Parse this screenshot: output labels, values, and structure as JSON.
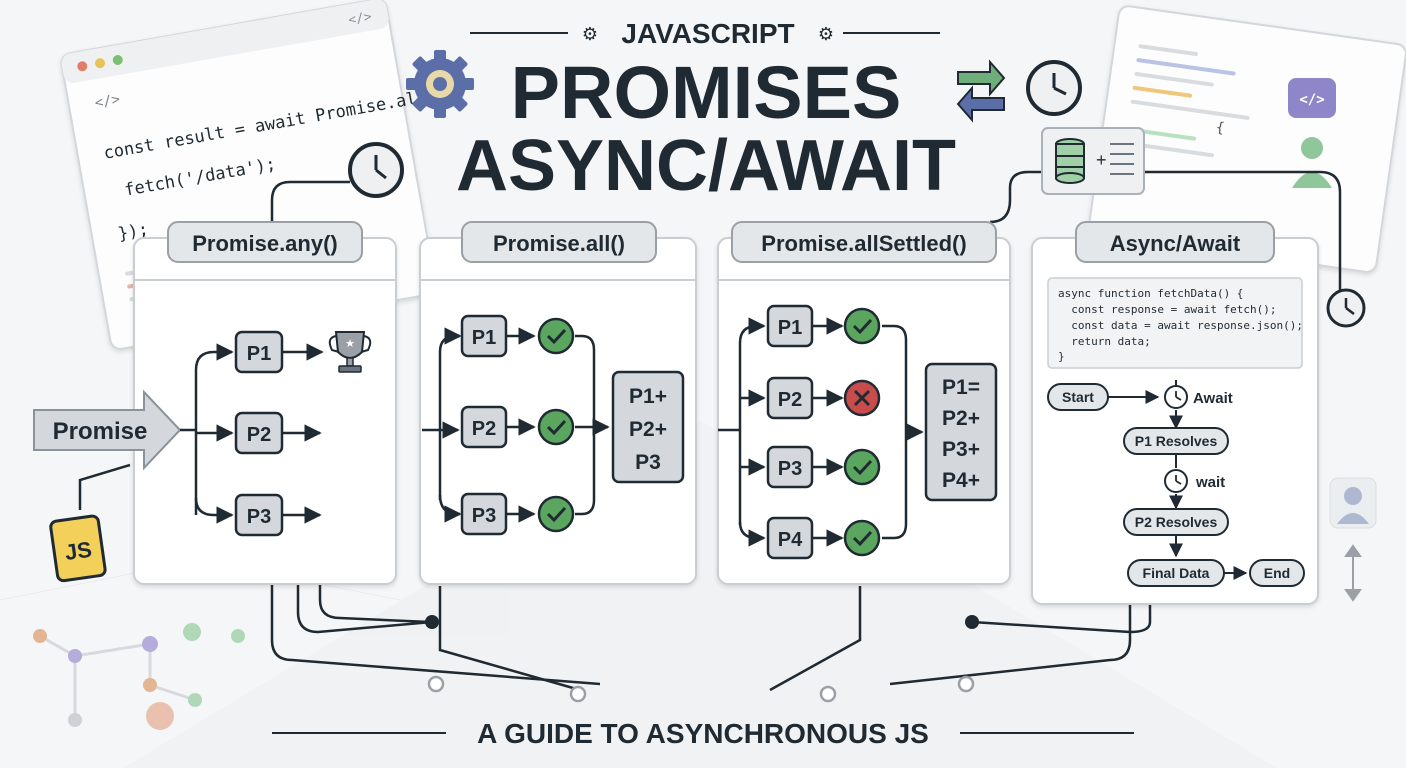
{
  "header": {
    "kicker": "JAVASCRIPT",
    "title_line1": "PROMISES",
    "title_line2": "ASYNC/AWAIT",
    "footer": "A GUIDE TO ASYNCHRONOUS JS"
  },
  "left_editor": {
    "tag": "</>",
    "code": [
      "</>",
      "const result = await Promise.all();",
      "fetch('/data');",
      "});"
    ]
  },
  "js_badge": "JS",
  "input_label": "Promise",
  "panels": {
    "any": {
      "title": "Promise.any()",
      "nodes": [
        "P1",
        "P2",
        "P3"
      ]
    },
    "all": {
      "title": "Promise.all()",
      "nodes": [
        "P1",
        "P2",
        "P3"
      ],
      "result": [
        "P1+",
        "P2+",
        "P3"
      ]
    },
    "allsettled": {
      "title": "Promise.allSettled()",
      "nodes": [
        "P1",
        "P2",
        "P3",
        "P4"
      ],
      "result": [
        "P1=",
        "P2+",
        "P3+",
        "P4+"
      ]
    },
    "asyncawait": {
      "title": "Async/Await",
      "code": [
        "async function fetchData() {",
        "  const response = await fetch();",
        "  const data = await response.json();",
        "  return data;",
        "}"
      ],
      "flow": {
        "start": "Start",
        "await1": "Await",
        "p1": "P1 Resolves",
        "await2": "wait",
        "p2": "P2 Resolves",
        "final": "Final Data",
        "end": "End"
      }
    }
  },
  "right_editor": {
    "tag": "</>",
    "brace": "{"
  },
  "colors": {
    "ink": "#1f2a33",
    "panel_border": "#c9ced3",
    "node_fill": "#d4d8dc",
    "success": "#5aa65f",
    "error": "#c94c4c",
    "trophy": "#9aa0a6",
    "accent_purple": "#7a6fb8",
    "accent_green": "#6fae7a",
    "accent_orange": "#d28a5a",
    "js_yellow": "#f2d05a"
  }
}
